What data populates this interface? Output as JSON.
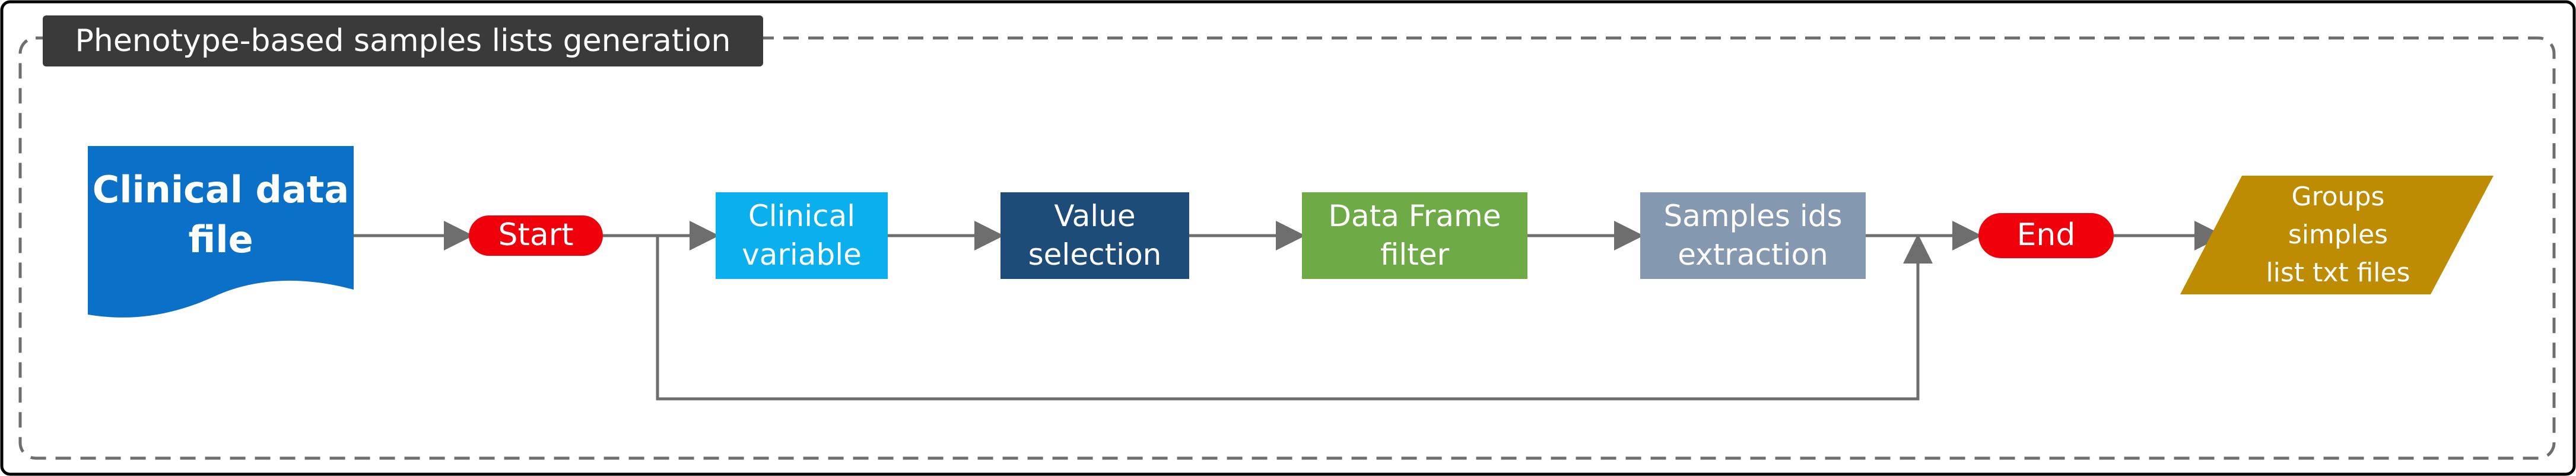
{
  "title": "Phenotype-based samples lists generation",
  "nodes": {
    "clinical_data_file": {
      "label": "Clinical data\nfile",
      "color": "#0A70C8"
    },
    "start": {
      "label": "Start",
      "color": "#F0000A"
    },
    "clinical_variable": {
      "label": "Clinical\nvariable",
      "color": "#0AB0EE"
    },
    "value_selection": {
      "label": "Value\nselection",
      "color": "#1E4C78"
    },
    "data_frame_filter": {
      "label": "Data Frame\nfilter",
      "color": "#6EAA46"
    },
    "samples_ids_extraction": {
      "label": "Samples ids\nextraction",
      "color": "#8498B0"
    },
    "end": {
      "label": "End",
      "color": "#F0000A"
    },
    "output_files": {
      "label": "Groups\nsimples\nlist txt files",
      "color": "#BE8C00"
    }
  },
  "colors": {
    "frame": "#000000",
    "dashed_border": "#6e6e6e",
    "arrow": "#6e6e6e"
  }
}
